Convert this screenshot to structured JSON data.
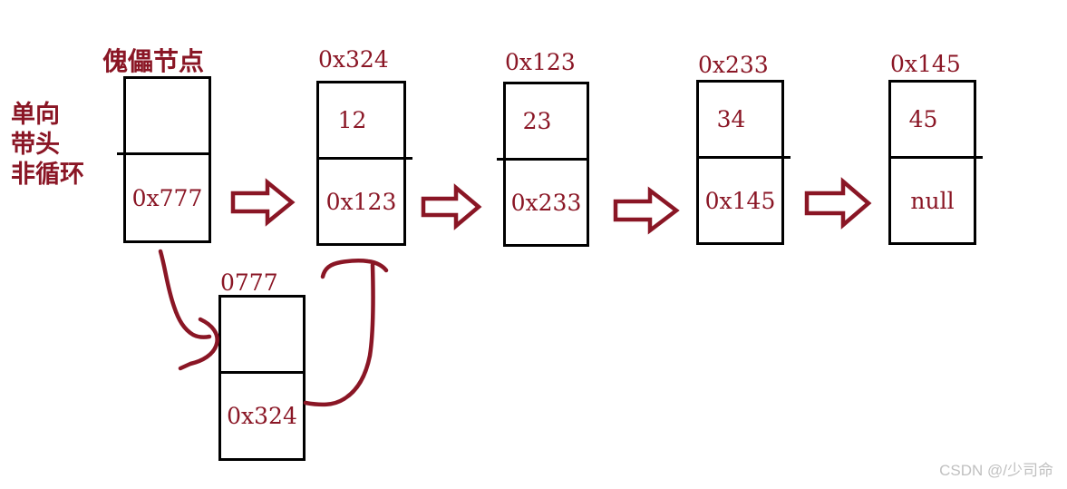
{
  "colors": {
    "ink": "#8a1625",
    "border": "#000000",
    "watermark": "#c0c0c0",
    "bg": "#ffffff"
  },
  "left_note": {
    "lines": [
      "单向",
      "带头",
      "非循环"
    ]
  },
  "dummy_node_label": "傀儡节点",
  "nodes": [
    {
      "address": "",
      "data": "",
      "next": "0x777"
    },
    {
      "address": "0x324",
      "data": "12",
      "next": "0x123"
    },
    {
      "address": "0x123",
      "data": "23",
      "next": "0x233"
    },
    {
      "address": "0x233",
      "data": "34",
      "next": "0x145"
    },
    {
      "address": "0x145",
      "data": "45",
      "next": "null"
    },
    {
      "address": "0777",
      "data": "",
      "next": "0x324"
    }
  ],
  "watermark": "CSDN @/少司命"
}
